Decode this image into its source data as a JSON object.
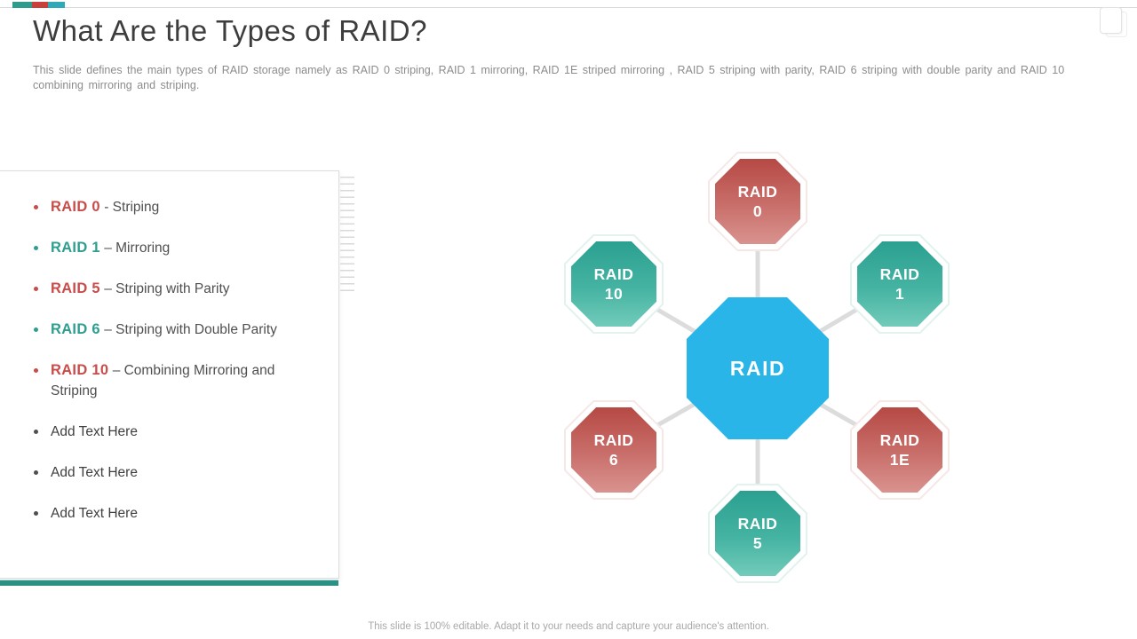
{
  "slide": {
    "title": "What Are the Types of RAID?",
    "subtitle": "This slide defines the main types of RAID storage namely as RAID 0 striping, RAID 1 mirroring,  RAID 1E striped mirroring , RAID 5 striping with parity, RAID 6 striping with double  parity and RAID 10 combining mirroring and striping.",
    "footer": "This slide is 100% editable. Adapt it to your needs and capture your audience's attention."
  },
  "list": {
    "items": [
      {
        "label": "RAID 0",
        "text": "- Striping",
        "color": "red"
      },
      {
        "label": "RAID 1",
        "text": "– Mirroring",
        "color": "teal"
      },
      {
        "label": "RAID 5",
        "text": "– Striping with Parity",
        "color": "red"
      },
      {
        "label": "RAID 6",
        "text": "– Striping with Double Parity",
        "color": "teal"
      },
      {
        "label": "RAID 10",
        "text": "– Combining Mirroring and Striping",
        "color": "red"
      },
      {
        "label": "",
        "text": "Add Text Here",
        "color": "gray"
      },
      {
        "label": "",
        "text": "Add Text Here",
        "color": "gray"
      },
      {
        "label": "",
        "text": "Add Text Here",
        "color": "gray"
      }
    ]
  },
  "diagram": {
    "center": {
      "label": "RAID",
      "color": "#29B5E8"
    },
    "nodes": [
      {
        "line1": "RAID",
        "line2": "0",
        "color": "red"
      },
      {
        "line1": "RAID",
        "line2": "1",
        "color": "teal"
      },
      {
        "line1": "RAID",
        "line2": "1E",
        "color": "red"
      },
      {
        "line1": "RAID",
        "line2": "5",
        "color": "teal"
      },
      {
        "line1": "RAID",
        "line2": "6",
        "color": "red"
      },
      {
        "line1": "RAID",
        "line2": "10",
        "color": "teal"
      }
    ]
  },
  "colors": {
    "red": "#C0504D",
    "teal": "#2E9E8F",
    "accent_cyan": "#29B5E8",
    "bottom_bar_teal": "#2B9184",
    "connector_gray": "#DCDCDC"
  }
}
